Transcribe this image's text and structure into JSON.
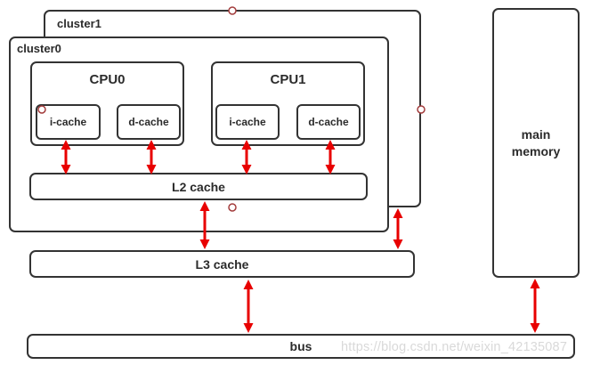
{
  "boxes": {
    "cluster1": {
      "label": "cluster1"
    },
    "cluster0": {
      "label": "cluster0"
    },
    "cpu0": {
      "label": "CPU0"
    },
    "cpu0_icache": {
      "label": "i-cache"
    },
    "cpu0_dcache": {
      "label": "d-cache"
    },
    "cpu1": {
      "label": "CPU1"
    },
    "cpu1_icache": {
      "label": "i-cache"
    },
    "cpu1_dcache": {
      "label": "d-cache"
    },
    "l2_cache": {
      "label": "L2 cache"
    },
    "l3_cache": {
      "label": "L3 cache"
    },
    "bus": {
      "label": "bus"
    },
    "main_memory": {
      "label": "main\nmemory"
    }
  },
  "connections": [
    {
      "from": "CPU0 i-cache",
      "to": "L2 cache"
    },
    {
      "from": "CPU0 d-cache",
      "to": "L2 cache"
    },
    {
      "from": "CPU1 i-cache",
      "to": "L2 cache"
    },
    {
      "from": "CPU1 d-cache",
      "to": "L2 cache"
    },
    {
      "from": "L2 cache",
      "to": "L3 cache"
    },
    {
      "from": "cluster1",
      "to": "L3 cache"
    },
    {
      "from": "L3 cache",
      "to": "bus"
    },
    {
      "from": "main memory",
      "to": "bus"
    }
  ],
  "watermark": "https://blog.csdn.net/weixin_42135087",
  "colors": {
    "border": "#333333",
    "arrow": "#e80000",
    "handle_stroke": "#a33c3c",
    "watermark": "#d9d9d9"
  }
}
